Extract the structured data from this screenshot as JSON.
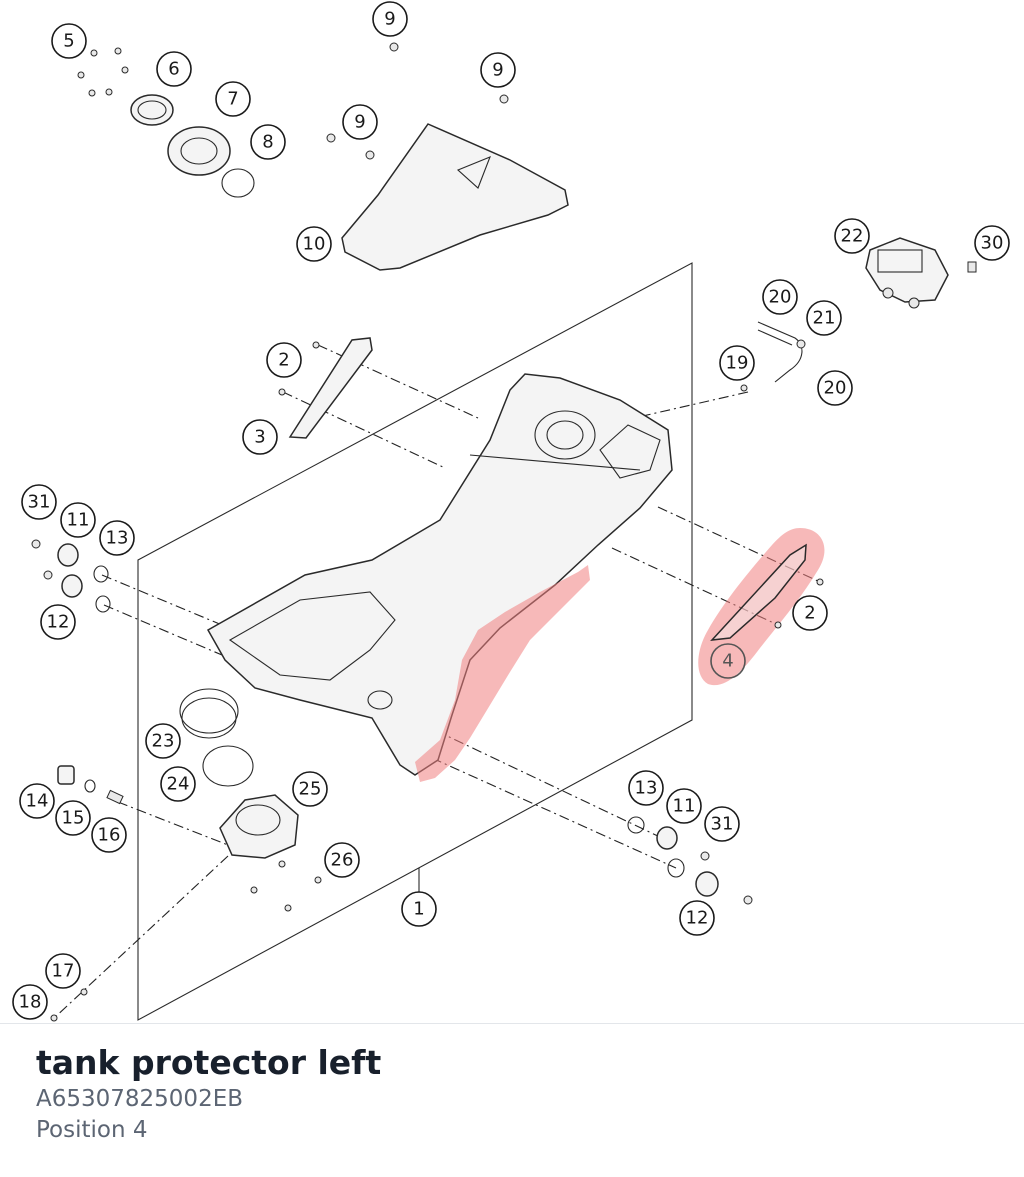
{
  "part": {
    "name": "tank protector left",
    "number": "A65307825002EB",
    "position": "Position 4"
  },
  "highlight_color": "#f08080",
  "callouts": [
    {
      "id": "c9a",
      "n": "9"
    },
    {
      "id": "c5",
      "n": "5"
    },
    {
      "id": "c9b",
      "n": "9"
    },
    {
      "id": "c6",
      "n": "6"
    },
    {
      "id": "c7",
      "n": "7"
    },
    {
      "id": "c9c",
      "n": "9"
    },
    {
      "id": "c8",
      "n": "8"
    },
    {
      "id": "c10",
      "n": "10"
    },
    {
      "id": "c22",
      "n": "22"
    },
    {
      "id": "c30",
      "n": "30"
    },
    {
      "id": "c20a",
      "n": "20"
    },
    {
      "id": "c21",
      "n": "21"
    },
    {
      "id": "c19",
      "n": "19"
    },
    {
      "id": "c20b",
      "n": "20"
    },
    {
      "id": "c2a",
      "n": "2"
    },
    {
      "id": "c3",
      "n": "3"
    },
    {
      "id": "c31a",
      "n": "31"
    },
    {
      "id": "c11a",
      "n": "11"
    },
    {
      "id": "c13a",
      "n": "13"
    },
    {
      "id": "c12a",
      "n": "12"
    },
    {
      "id": "c2b",
      "n": "2"
    },
    {
      "id": "c4",
      "n": "4"
    },
    {
      "id": "c23",
      "n": "23"
    },
    {
      "id": "c24",
      "n": "24"
    },
    {
      "id": "c25",
      "n": "25"
    },
    {
      "id": "c14",
      "n": "14"
    },
    {
      "id": "c15",
      "n": "15"
    },
    {
      "id": "c16",
      "n": "16"
    },
    {
      "id": "c13b",
      "n": "13"
    },
    {
      "id": "c11b",
      "n": "11"
    },
    {
      "id": "c31b",
      "n": "31"
    },
    {
      "id": "c26",
      "n": "26"
    },
    {
      "id": "c1",
      "n": "1"
    },
    {
      "id": "c12b",
      "n": "12"
    },
    {
      "id": "c17",
      "n": "17"
    },
    {
      "id": "c18",
      "n": "18"
    }
  ]
}
